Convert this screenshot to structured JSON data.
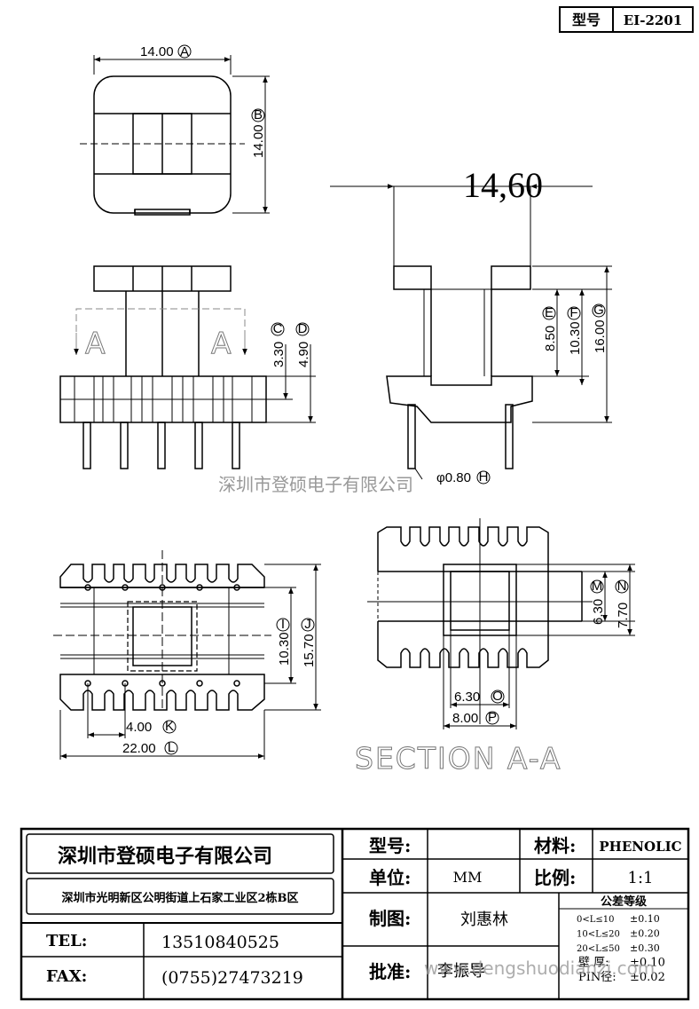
{
  "model_box": {
    "label": "型号",
    "value": "EI-2201"
  },
  "dims": {
    "a": "14.00",
    "a_tag": "A",
    "b": "14.00",
    "b_tag": "B",
    "c": "3.30",
    "c_tag": "C",
    "d": "4.90",
    "d_tag": "D",
    "e": "8.50",
    "e_tag": "E",
    "f": "10.30",
    "f_tag": "F",
    "g": "16.00",
    "g_tag": "G",
    "h": "φ0.80",
    "h_tag": "H",
    "i": "10.30",
    "i_tag": "I",
    "j": "15.70",
    "j_tag": "J",
    "k": "4.00",
    "k_tag": "K",
    "l": "22.00",
    "l_tag": "L",
    "m": "6.30",
    "m_tag": "M",
    "n": "7.70",
    "n_tag": "N",
    "o": "6.30",
    "o_tag": "O",
    "p": "8.00",
    "p_tag": "P",
    "width_big": "14,60"
  },
  "section_label": "SECTION A-A",
  "section_arrow_letter": "A",
  "watermark_center": "深圳市登硕电子有限公司",
  "watermark_corner": "www.dengshuodianzi.com",
  "title_block": {
    "company": "深圳市登硕电子有限公司",
    "address": "深圳市光明新区公明街道上石家工业区2栋B区",
    "tel_label": "TEL:",
    "tel": "13510840525",
    "fax_label": "FAX:",
    "fax": "(0755)27473219",
    "model_label": "型号:",
    "model_value": "",
    "material_label": "材料:",
    "material_value": "PHENOLIC",
    "unit_label": "单位:",
    "unit_value": "MM",
    "scale_label": "比例:",
    "scale_value": "1:1",
    "drawn_label": "制图:",
    "drawn_value": "刘惠林",
    "approve_label": "批准:",
    "approve_value": "李振导",
    "tolerance_title": "公差等级",
    "tolerances": [
      {
        "range": "0<L≤10",
        "value": "±0.10"
      },
      {
        "range": "10<L≤20",
        "value": "±0.20"
      },
      {
        "range": "20<L≤50",
        "value": "±0.30"
      },
      {
        "range": "壁 厚:",
        "value": "±0.10"
      },
      {
        "range": "PIN径:",
        "value": "±0.02"
      }
    ]
  }
}
